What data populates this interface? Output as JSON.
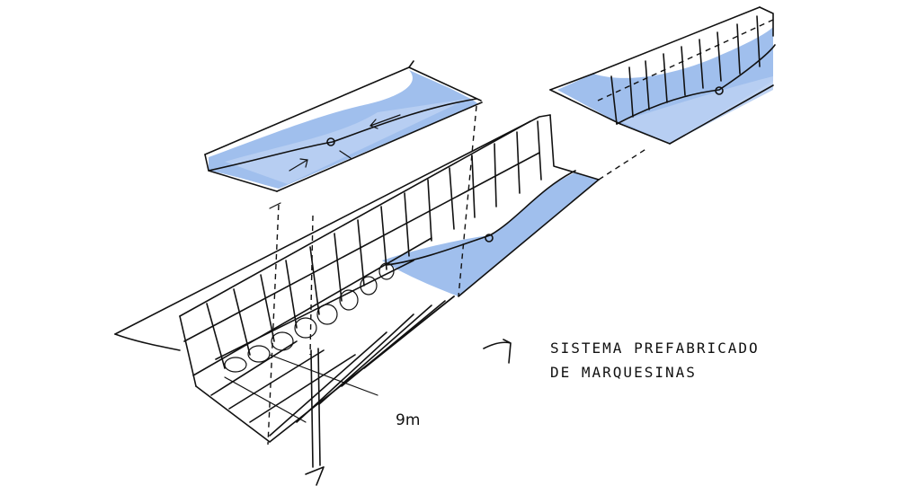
{
  "caption": {
    "line1": "SISTEMA PREFABRICADO",
    "line2": "DE MARQUESINAS"
  },
  "dimension_label": "9m",
  "colors": {
    "ink": "#111111",
    "water_blue": "#8fb4ea",
    "paper": "#ffffff"
  }
}
